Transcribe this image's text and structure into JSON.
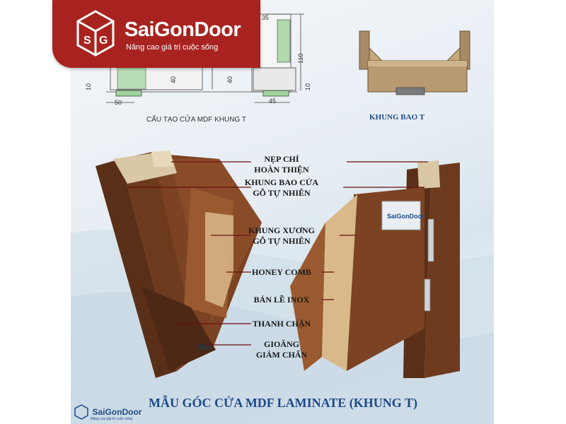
{
  "brand": {
    "name": "SaiGonDoor",
    "slogan": "Nâng cao giá trị cuộc sống",
    "primary_color": "#a8231f",
    "logo_icon": "cube-logo-icon"
  },
  "drawing": {
    "caption": "CẤU TẠO CỬA MDF KHUNG T",
    "dims": [
      "35",
      "110",
      "45",
      "50",
      "40",
      "40",
      "10",
      "10"
    ]
  },
  "frame_photo": {
    "caption": "KHUNG BAO T"
  },
  "callouts": [
    {
      "line1": "NẸP CHỈ",
      "line2": "HOÀN THIỆN"
    },
    {
      "line1": "KHUNG BAO CỬA",
      "line2": "GỖ TỰ NHIÊN"
    },
    {
      "line1": "KHUNG XƯƠNG",
      "line2": "GỖ TỰ NHIÊN"
    },
    {
      "line1": "HONEY COMB",
      "line2": ""
    },
    {
      "line1": "BẢN LỀ INOX",
      "line2": ""
    },
    {
      "line1": "THANH CHẶN",
      "line2": ""
    },
    {
      "line1": "GIOĂNG",
      "line2": "GIẢM CHẤN"
    }
  ],
  "door_plate": {
    "label": "SaiGonDoor"
  },
  "title": "MẪU GÓC CỬA MDF LAMINATE (KHUNG T)",
  "footer": {
    "brand": "SaiGonDoor",
    "slogan": "Nâng cao giá trị cuộc sống"
  }
}
